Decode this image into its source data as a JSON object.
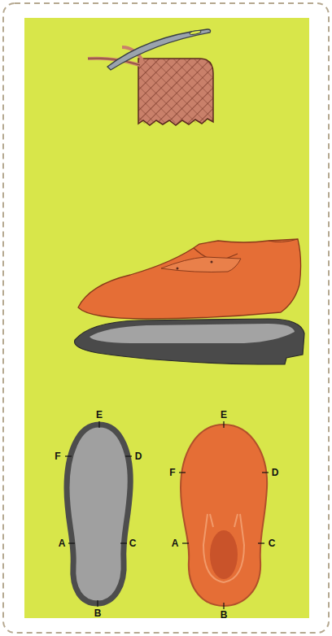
{
  "diagram": {
    "labels": [
      "E",
      "F",
      "D",
      "A",
      "C",
      "B",
      "E",
      "F",
      "D",
      "A",
      "C",
      "B"
    ]
  }
}
